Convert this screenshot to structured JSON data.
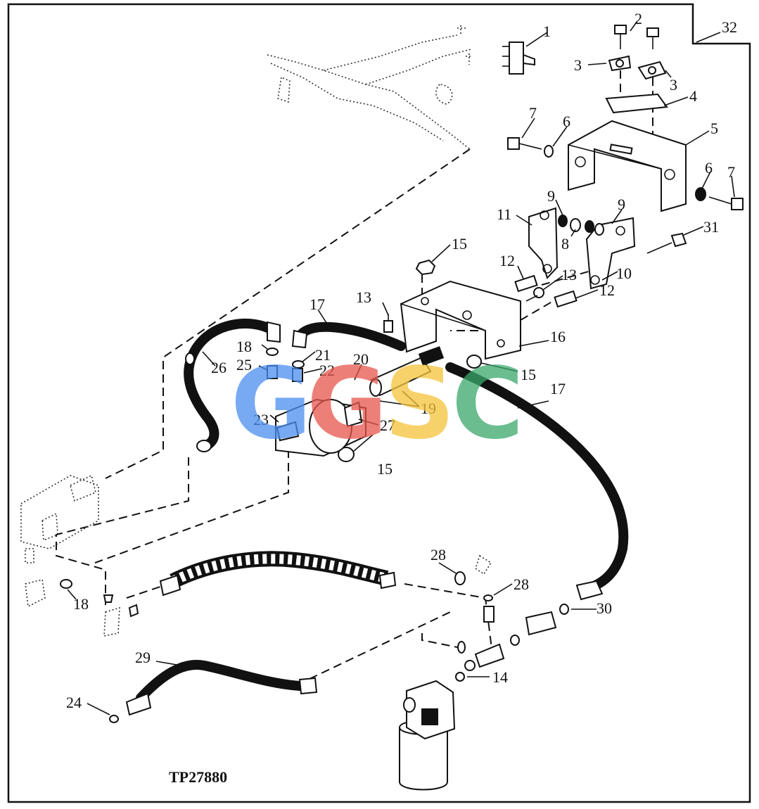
{
  "diagram": {
    "figure_code": "TP27880",
    "watermark": {
      "letters": [
        "G",
        "G",
        "S",
        "C"
      ],
      "colors": [
        "#4a8ef0",
        "#e8554d",
        "#f5c43a",
        "#3aa86b"
      ]
    },
    "callouts": {
      "c1": "1",
      "c2": "2",
      "c3a": "3",
      "c3b": "3",
      "c4": "4",
      "c5": "5",
      "c6a": "6",
      "c6b": "6",
      "c7a": "7",
      "c7b": "7",
      "c8": "8",
      "c9a": "9",
      "c9b": "9",
      "c10": "10",
      "c11": "11",
      "c12a": "12",
      "c12b": "12",
      "c13a": "13",
      "c13b": "13",
      "c14": "14",
      "c15a": "15",
      "c15b": "15",
      "c15c": "15",
      "c16": "16",
      "c17a": "17",
      "c17b": "17",
      "c18a": "18",
      "c18b": "18",
      "c19": "19",
      "c20": "20",
      "c21": "21",
      "c22": "22",
      "c23": "23",
      "c24": "24",
      "c25": "25",
      "c26": "26",
      "c27": "27",
      "c28a": "28",
      "c28b": "28",
      "c29": "29",
      "c30": "30",
      "c31": "31",
      "c32": "32"
    }
  }
}
